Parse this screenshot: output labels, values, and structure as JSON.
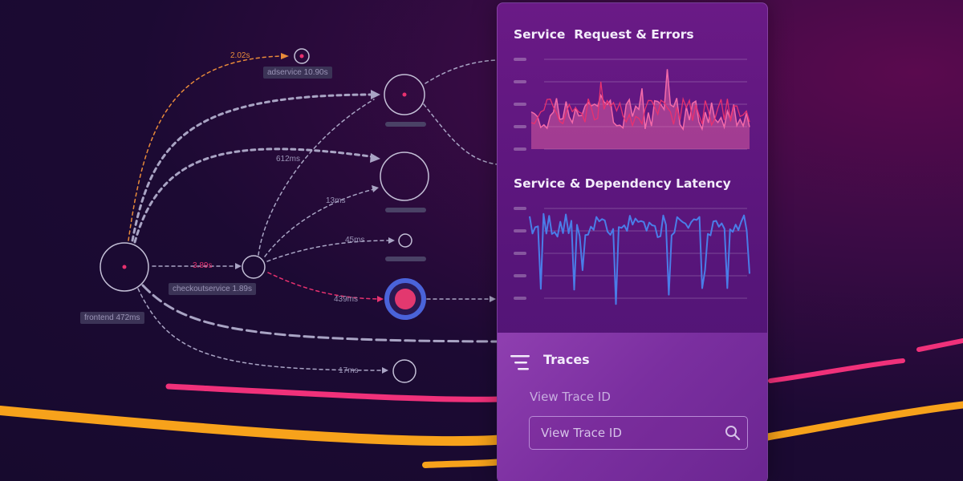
{
  "graph": {
    "nodes": {
      "frontend": "frontend 472ms",
      "checkoutservice": "checkoutservice 1.89s",
      "adservice": "adservice 10.90s"
    },
    "edges": {
      "to_adservice": "2.02s",
      "to_checkout": "3.89s",
      "e612": "612ms",
      "e13": "13ms",
      "e45": "45ms",
      "e439": "439ms",
      "e17": "17ms"
    }
  },
  "panel": {
    "requests_chart": {
      "title": "Service  Request & Errors"
    },
    "latency_chart": {
      "title": "Service & Dependency Latency"
    },
    "traces": {
      "title": "Traces",
      "subtitle": "View Trace ID",
      "input_placeholder": "View Trace ID"
    }
  },
  "colors": {
    "requests": "#f46aa9",
    "errors": "#e8316f",
    "latency": "#4a7de8",
    "selected_node": "#e3386f",
    "selected_ring": "#4a63d9"
  },
  "icons": [
    "list-icon",
    "search-icon"
  ]
}
